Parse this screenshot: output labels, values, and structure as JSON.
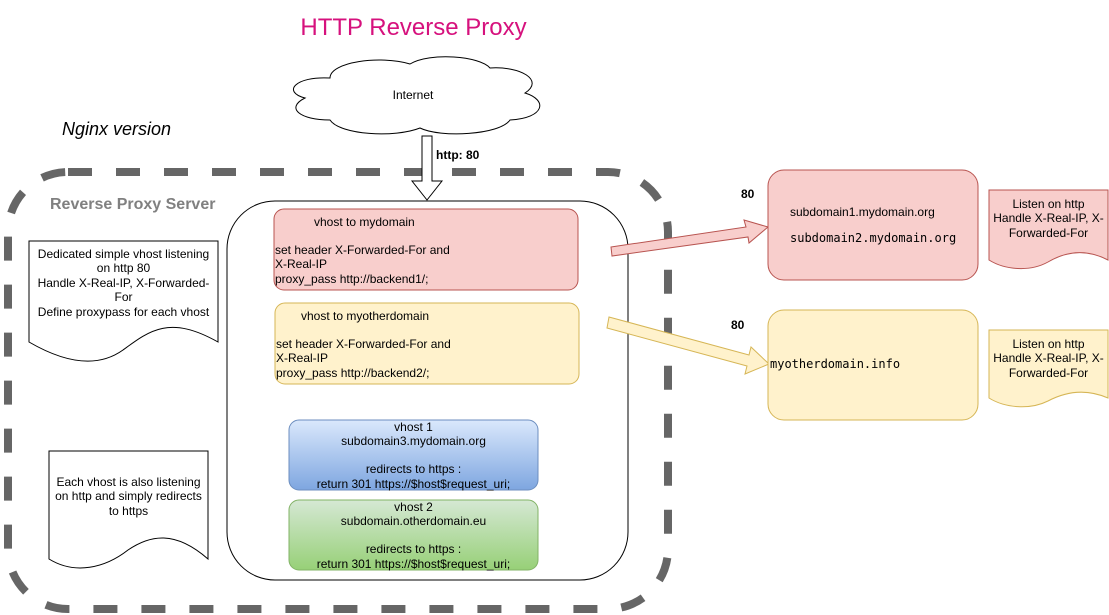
{
  "title": "HTTP Reverse Proxy",
  "subtitle": "Nginx version",
  "internet": {
    "label": "Internet",
    "arrow_label": "http: 80"
  },
  "server": {
    "label": "Reverse Proxy Server"
  },
  "notes": {
    "vhost_note": [
      "Dedicated simple vhost listening",
      "on http 80",
      "Handle X-Real-IP, X-Forwarded-",
      "For",
      "Define proxypass for each vhost"
    ],
    "redirect_note": [
      "Each vhost is also listening",
      "on http and simply redirects",
      "to https"
    ]
  },
  "vhosts": {
    "mydomain": {
      "title": "vhost to mydomain",
      "lines": [
        "set header X-Forwarded-For and",
        "X-Real-IP",
        "proxy_pass http://backend1/;"
      ],
      "color": "#f8cecc",
      "border": "#b85450"
    },
    "myotherdomain": {
      "title": "vhost to myotherdomain",
      "lines": [
        "set header X-Forwarded-For and",
        "X-Real-IP",
        "proxy_pass http://backend2/;"
      ],
      "color": "#fff2cc",
      "border": "#d6b656"
    },
    "vhost1": {
      "lines": [
        "vhost 1",
        "subdomain3.mydomain.org",
        "",
        "redirects to https :",
        "return 301 https://$host$request_uri;"
      ],
      "color_top": "#dae8fc",
      "color_bottom": "#7ea6e0",
      "border": "#6c8ebf"
    },
    "vhost2": {
      "lines": [
        "vhost 2",
        "subdomain.otherdomain.eu",
        "",
        "redirects to https :",
        "return 301 https://$host$request_uri;"
      ],
      "color_top": "#d5e8d4",
      "color_bottom": "#97d077",
      "border": "#82b366"
    }
  },
  "backends": {
    "backend1": {
      "port": "80",
      "domains": [
        "subdomain1.mydomain.org",
        "subdomain2.mydomain.org"
      ],
      "note": [
        "Listen on http",
        "Handle X-Real-IP, X-",
        "Forwarded-For"
      ],
      "color": "#f8cecc",
      "border": "#b85450"
    },
    "backend2": {
      "port": "80",
      "domains": [
        "myotherdomain.info"
      ],
      "note": [
        "Listen on http",
        "Handle X-Real-IP, X-",
        "Forwarded-For"
      ],
      "color": "#fff2cc",
      "border": "#d6b656"
    }
  }
}
